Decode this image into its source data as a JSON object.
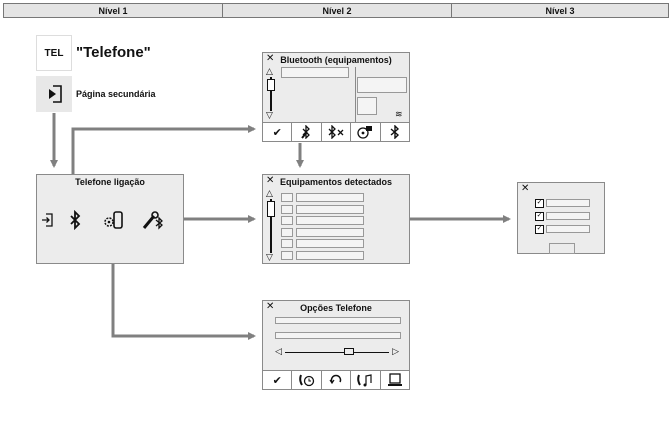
{
  "levels": [
    "Nível 1",
    "Nível 2",
    "Nível 3"
  ],
  "tel_tile": {
    "label": "TEL"
  },
  "telefone_title": "\"Telefone\"",
  "secondary_page": {
    "label": "Página secundária",
    "icon": "enter-page-icon"
  },
  "panels": {
    "phone": {
      "title": "Telefone ligação",
      "icons": [
        "enter-icon",
        "bluetooth-icon",
        "settings-phone-icon",
        "bluetooth-tools-icon"
      ]
    },
    "bluetooth": {
      "title": "Bluetooth (equipamentos)",
      "toolbar": [
        "✔",
        "bluetooth-search-icon",
        "bluetooth-x-icon",
        "bluetooth-cd-icon",
        "bluetooth-icon"
      ]
    },
    "detected": {
      "title": "Equipamentos detectados",
      "rows": 6
    },
    "options": {
      "title": "Opções Telefone",
      "toolbar": [
        "✔",
        "phone-clock-icon",
        "redial-icon",
        "phone-music-icon",
        "device-icon"
      ]
    },
    "level3": {
      "items": 3
    }
  },
  "colors": {
    "arrow": "#808080",
    "panel": "#ececec",
    "border": "#8a8a8a"
  }
}
